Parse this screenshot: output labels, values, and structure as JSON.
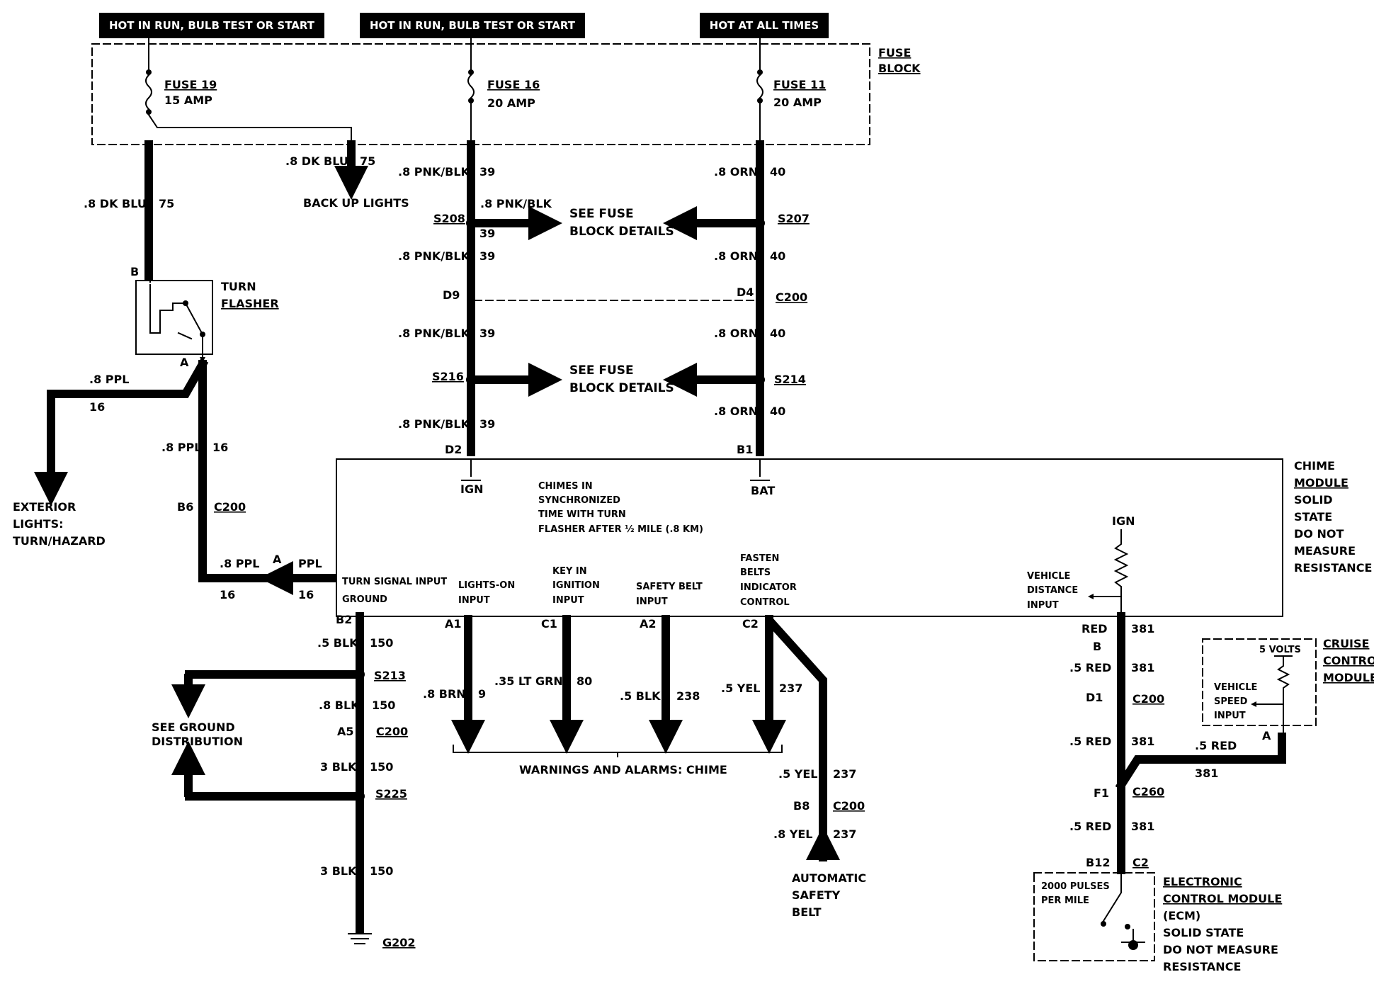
{
  "headers": {
    "fuse19_feed": "HOT IN RUN, BULB TEST OR START",
    "fuse16_feed": "HOT IN RUN, BULB TEST OR START",
    "fuse11_feed": "HOT AT ALL TIMES"
  },
  "fuse_block": {
    "label_1": "FUSE",
    "label_2": "BLOCK"
  },
  "fuses": {
    "fuse19": {
      "name": "FUSE 19",
      "rating": "15 AMP"
    },
    "fuse16": {
      "name": "FUSE 16",
      "rating": "20 AMP"
    },
    "fuse11": {
      "name": "FUSE 11",
      "rating": "20 AMP"
    }
  },
  "wires": {
    "dk_blu": ".8 DK BLU",
    "c75": "75",
    "pnk_blk": ".8 PNK/BLK",
    "c39": "39",
    "orn": ".8 ORN",
    "c40": "40",
    "ppl": ".8 PPL",
    "c16": "16",
    "ppl_short": "PPL",
    "blk5": ".5 BLK",
    "blk8": ".8 BLK",
    "blk3": "3 BLK",
    "c150": "150",
    "brn": ".8 BRN",
    "c9": "9",
    "lt_grn": ".35 LT GRN",
    "c80": "80",
    "blk5b": ".5 BLK",
    "c238": "238",
    "yel5": ".5 YEL",
    "yel8": ".8 YEL",
    "c237": "237",
    "red": "RED",
    "red5": ".5 RED",
    "c381": "381"
  },
  "splices": {
    "s208": "S208",
    "s207": "S207",
    "s216": "S216",
    "s214": "S214",
    "s213": "S213",
    "s225": "S225",
    "c200": "C200",
    "c260": "C260",
    "g202": "G202"
  },
  "pins": {
    "b": "B",
    "a": "A",
    "d9": "D9",
    "d4": "D4",
    "d2": "D2",
    "b1": "B1",
    "b6": "B6",
    "b2": "B2",
    "a1": "A1",
    "c1": "C1",
    "a2": "A2",
    "c2": "C2",
    "a5": "A5",
    "b8": "B8",
    "d1": "D1",
    "f1": "F1",
    "b12": "B12"
  },
  "notes": {
    "back_up_lights": "BACK UP LIGHTS",
    "see_fuse_1": "SEE FUSE",
    "block_details": "BLOCK DETAILS",
    "turn": "TURN",
    "flasher": "FLASHER",
    "exterior_1": "EXTERIOR",
    "exterior_2": "LIGHTS:",
    "exterior_3": "TURN/HAZARD",
    "see_ground_1": "SEE GROUND",
    "see_ground_2": "DISTRIBUTION",
    "warnings": "WARNINGS AND ALARMS: CHIME",
    "auto_belt_1": "AUTOMATIC",
    "auto_belt_2": "SAFETY",
    "auto_belt_3": "BELT"
  },
  "chime_module": {
    "ign": "IGN",
    "bat": "BAT",
    "sync_1": "CHIMES IN",
    "sync_2": "SYNCHRONIZED",
    "sync_3": "TIME WITH TURN",
    "sync_4": "FLASHER AFTER ½ MILE (.8 KM)",
    "turn_signal_input": "TURN SIGNAL INPUT",
    "ground": "GROUND",
    "lights_on_1": "LIGHTS-ON",
    "lights_on_2": "INPUT",
    "key_1": "KEY IN",
    "key_2": "IGNITION",
    "key_3": "INPUT",
    "belt_1": "SAFETY BELT",
    "belt_2": "INPUT",
    "fasten_1": "FASTEN",
    "fasten_2": "BELTS",
    "fasten_3": "INDICATOR",
    "fasten_4": "CONTROL",
    "vd_1": "VEHICLE",
    "vd_2": "DISTANCE",
    "vd_3": "INPUT",
    "side_1": "CHIME",
    "side_2": "MODULE",
    "side_3": "SOLID",
    "side_4": "STATE",
    "side_5": "DO NOT",
    "side_6": "MEASURE",
    "side_7": "RESISTANCE"
  },
  "cruise": {
    "volts": "5 VOLTS",
    "vs_1": "VEHICLE",
    "vs_2": "SPEED",
    "vs_3": "INPUT",
    "side_1": "CRUISE",
    "side_2": "CONTROL",
    "side_3": "MODULE"
  },
  "ecm": {
    "pulses_1": "2000 PULSES",
    "pulses_2": "PER MILE",
    "side_1": "ELECTRONIC",
    "side_2": "CONTROL MODULE",
    "side_3": "(ECM)",
    "side_4": "SOLID STATE",
    "side_5": "DO NOT MEASURE",
    "side_6": "RESISTANCE"
  }
}
